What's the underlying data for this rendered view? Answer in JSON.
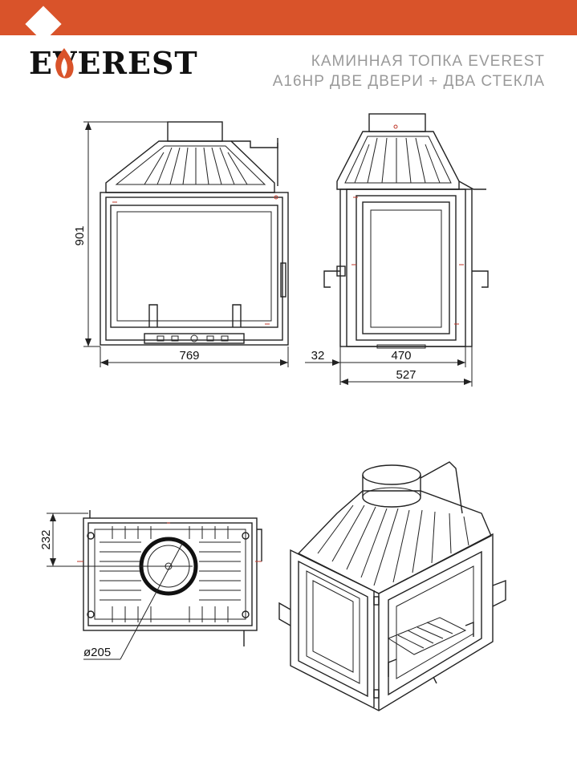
{
  "brand": {
    "name": "EVEREST",
    "accent_color": "#d9532a",
    "flame_color": "#d9532a"
  },
  "header": {
    "title_line1": "КАМИННАЯ ТОПКА EVEREST",
    "title_line2": "A16HP ДВЕ ДВЕРИ + ДВА СТЕКЛА"
  },
  "dimensions": {
    "front_height": "901",
    "front_width": "769",
    "side_offset": "32",
    "side_inner_width": "470",
    "side_total_width": "527",
    "top_depth": "232",
    "flue_diameter": "ø205"
  }
}
